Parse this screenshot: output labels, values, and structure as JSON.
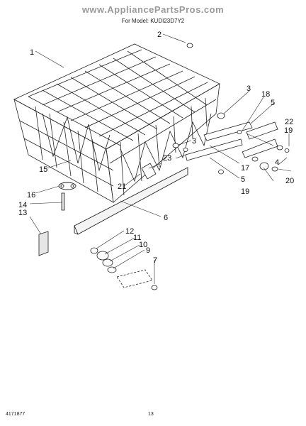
{
  "header": {
    "watermark_title": "www.AppliancePartsPros.com",
    "model_label": "For Model: KUDI23D7Y2"
  },
  "footer": {
    "doc_code": "4171877",
    "page_number": "13"
  },
  "callouts": [
    "1",
    "2",
    "3",
    "3",
    "4",
    "5",
    "5",
    "6",
    "7",
    "9",
    "10",
    "11",
    "12",
    "13",
    "14",
    "15",
    "16",
    "17",
    "18",
    "19",
    "19",
    "20",
    "21",
    "22",
    "23"
  ]
}
